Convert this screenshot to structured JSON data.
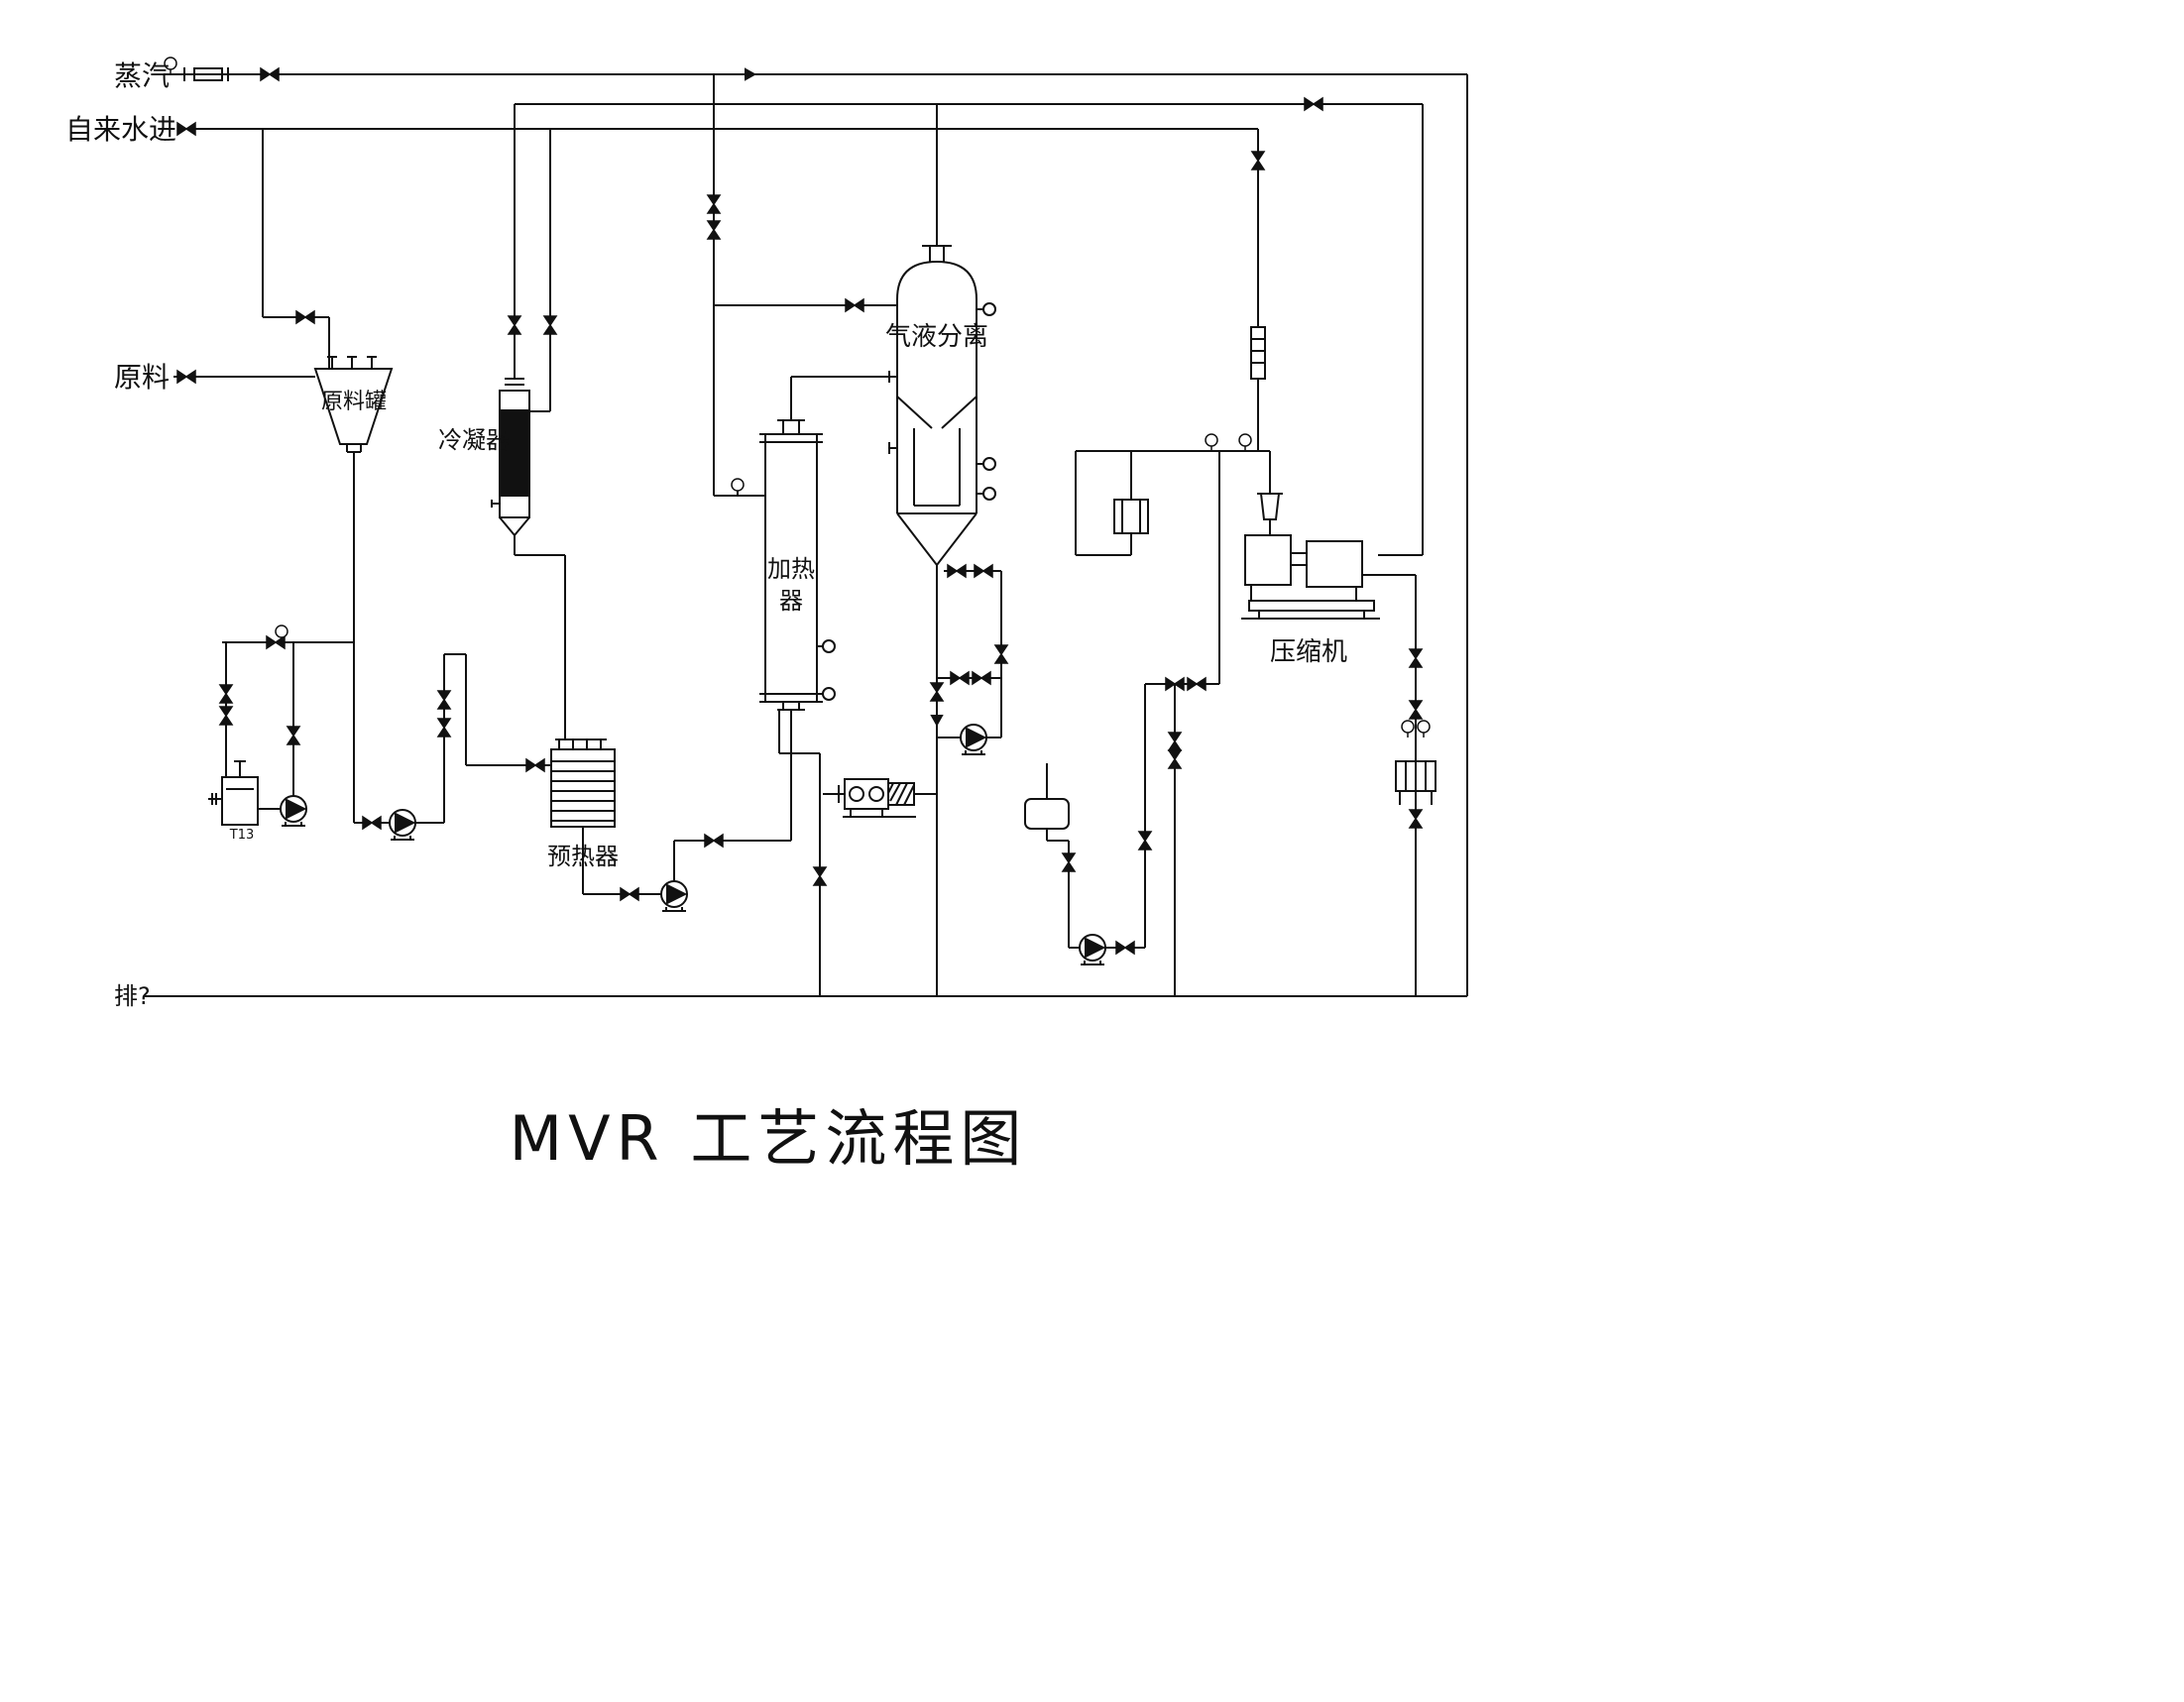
{
  "diagram": {
    "title": "MVR 工艺流程图",
    "labels": {
      "steam": "蒸汽",
      "tap_water_in": "自来水进",
      "raw_material": "原料",
      "drain": "排?",
      "raw_material_tank": "原料罐",
      "condenser": "冷凝器",
      "gas_liquid_separator": "气液分离",
      "heater_line1": "加热",
      "heater_line2": "器",
      "preheater": "预热器",
      "compressor": "压缩机",
      "tank_code": "T13"
    },
    "colors": {
      "line": "#111111",
      "background": "#ffffff"
    }
  }
}
